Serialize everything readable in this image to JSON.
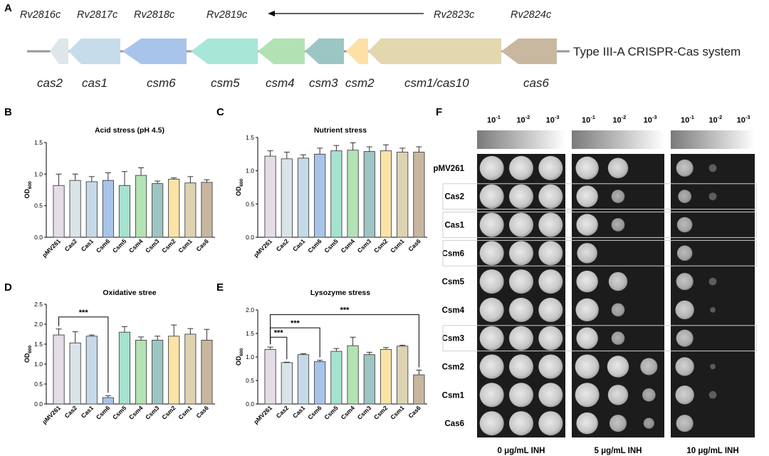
{
  "panels": {
    "A": "A",
    "B": "B",
    "C": "C",
    "D": "D",
    "E": "E",
    "F": "F"
  },
  "operon": {
    "locus_tags": [
      "Rv2816c",
      "Rv2817c",
      "Rv2818c",
      "Rv2819c",
      "Rv2823c",
      "Rv2824c"
    ],
    "genes": [
      "cas2",
      "cas1",
      "csm6",
      "csm5",
      "csm4",
      "csm3",
      "csm2",
      "csm1/cas10",
      "cas6"
    ],
    "gene_colors": [
      "#dfe6ea",
      "#c6dcea",
      "#a9c4ea",
      "#a8e6d8",
      "#b2e2b4",
      "#9cc6c4",
      "#fde0a6",
      "#e3d7ae",
      "#c9b8a0"
    ],
    "system_label": "Type III-A CRISPR-Cas system"
  },
  "chart_data": [
    {
      "id": "B",
      "type": "bar",
      "title": "Acid stress (pH 4.5)",
      "ylabel_main": "OD",
      "ylabel_sub": "600",
      "categories": [
        "pMV261",
        "Cas2",
        "Cas1",
        "Csm6",
        "Csm5",
        "Csm4",
        "Csm3",
        "Csm2",
        "Csm1",
        "Cas6"
      ],
      "values": [
        0.82,
        0.9,
        0.88,
        0.9,
        0.82,
        0.98,
        0.85,
        0.92,
        0.86,
        0.87
      ],
      "errors": [
        0.18,
        0.1,
        0.08,
        0.12,
        0.22,
        0.12,
        0.04,
        0.02,
        0.1,
        0.04
      ],
      "ylim": [
        0,
        1.5
      ],
      "yticks": [
        "0.0",
        "0.5",
        "1.0",
        "1.5"
      ],
      "significance": []
    },
    {
      "id": "C",
      "type": "bar",
      "title": "Nutrient stress",
      "ylabel_main": "OD",
      "ylabel_sub": "600",
      "categories": [
        "pMV261",
        "Cas2",
        "Cas1",
        "Csm6",
        "Csm5",
        "Csm4",
        "Csm3",
        "Csm2",
        "Csm1",
        "Cas6"
      ],
      "values": [
        1.22,
        1.18,
        1.19,
        1.25,
        1.3,
        1.31,
        1.29,
        1.3,
        1.28,
        1.28
      ],
      "errors": [
        0.08,
        0.1,
        0.05,
        0.09,
        0.08,
        0.11,
        0.07,
        0.09,
        0.06,
        0.08
      ],
      "ylim": [
        0,
        1.5
      ],
      "yticks": [
        "0.0",
        "0.5",
        "1.0",
        "1.5"
      ],
      "significance": []
    },
    {
      "id": "D",
      "type": "bar",
      "title": "Oxidative stree",
      "ylabel_main": "OD",
      "ylabel_sub": "600",
      "categories": [
        "pMV261",
        "Cas2",
        "Cas1",
        "Csm6",
        "Csm5",
        "Csm4",
        "Csm3",
        "Csm2",
        "Csm1",
        "Cas6"
      ],
      "values": [
        1.73,
        1.53,
        1.7,
        0.16,
        1.8,
        1.6,
        1.6,
        1.7,
        1.75,
        1.6
      ],
      "errors": [
        0.15,
        0.28,
        0.03,
        0.05,
        0.14,
        0.08,
        0.1,
        0.28,
        0.14,
        0.27
      ],
      "ylim": [
        0,
        2.5
      ],
      "yticks": [
        "0.0",
        "0.5",
        "1.0",
        "1.5",
        "2.0",
        "2.5"
      ],
      "significance": [
        {
          "from": 0,
          "to": 3,
          "label": "***",
          "level": 2.18
        }
      ]
    },
    {
      "id": "E",
      "type": "bar",
      "title": "Lysozyme stress",
      "ylabel_main": "OD",
      "ylabel_sub": "600",
      "categories": [
        "pMV261",
        "Cas2",
        "Cas1",
        "Csm6",
        "Csm5",
        "Csm4",
        "Csm3",
        "Csm2",
        "Csm1",
        "Cas6"
      ],
      "values": [
        1.16,
        0.88,
        1.05,
        0.9,
        1.12,
        1.24,
        1.05,
        1.16,
        1.23,
        0.62
      ],
      "errors": [
        0.05,
        0.01,
        0.02,
        0.03,
        0.06,
        0.18,
        0.05,
        0.04,
        0.02,
        0.1
      ],
      "ylim": [
        0,
        2.0
      ],
      "yticks": [
        "0.0",
        "0.5",
        "1.0",
        "1.5",
        "2.0"
      ],
      "significance": [
        {
          "from": 0,
          "to": 1,
          "label": "***",
          "level": 1.42
        },
        {
          "from": 0,
          "to": 3,
          "label": "***",
          "level": 1.62
        },
        {
          "from": 0,
          "to": 9,
          "label": "***",
          "level": 1.9
        }
      ]
    }
  ],
  "bar_colors": [
    "#e4dde8",
    "#d9e4e9",
    "#c6d9e8",
    "#a9c4ea",
    "#a6e2d0",
    "#b3e2b4",
    "#9dc5c3",
    "#fbe3a8",
    "#ddd3b1",
    "#c8b69f"
  ],
  "spot_assay": {
    "dilution_base": "10",
    "dilution_exps": [
      "-1",
      "-2",
      "-3"
    ],
    "strains": [
      "pMV261",
      "Cas2",
      "Cas1",
      "Csm6",
      "Csm5",
      "Csm4",
      "Csm3",
      "Csm2",
      "Csm1",
      "Cas6"
    ],
    "boxed_rows": [
      1,
      2,
      3,
      6
    ],
    "conditions": [
      "0 μg/mL INH",
      "5 μg/mL INH",
      "10 μg/mL INH"
    ],
    "growth_levels": [
      [
        [
          1,
          1,
          1
        ],
        [
          1,
          1,
          1
        ],
        [
          1,
          1,
          1
        ],
        [
          1,
          1,
          1
        ],
        [
          1,
          1,
          1
        ],
        [
          1,
          1,
          1
        ],
        [
          1,
          1,
          1
        ],
        [
          1,
          1,
          1
        ],
        [
          1,
          1,
          1
        ],
        [
          1,
          1,
          1
        ]
      ],
      [
        [
          0.9,
          0.7,
          0
        ],
        [
          0.8,
          0.3,
          0
        ],
        [
          0.8,
          0.3,
          0
        ],
        [
          0.7,
          0,
          0
        ],
        [
          0.8,
          0.6,
          0
        ],
        [
          0.9,
          0.3,
          0
        ],
        [
          0.8,
          0.3,
          0
        ],
        [
          1,
          0.8,
          0.5
        ],
        [
          1,
          0.7,
          0.3
        ],
        [
          0.8,
          0.5,
          0.2
        ]
      ],
      [
        [
          0.5,
          0.1,
          0
        ],
        [
          0.3,
          0.1,
          0
        ],
        [
          0.4,
          0,
          0
        ],
        [
          0.4,
          0,
          0
        ],
        [
          0.5,
          0.1,
          0
        ],
        [
          0.6,
          0.05,
          0
        ],
        [
          0.5,
          0,
          0
        ],
        [
          0.6,
          0.05,
          0
        ],
        [
          0.6,
          0.1,
          0
        ],
        [
          0.5,
          0,
          0
        ]
      ]
    ]
  }
}
